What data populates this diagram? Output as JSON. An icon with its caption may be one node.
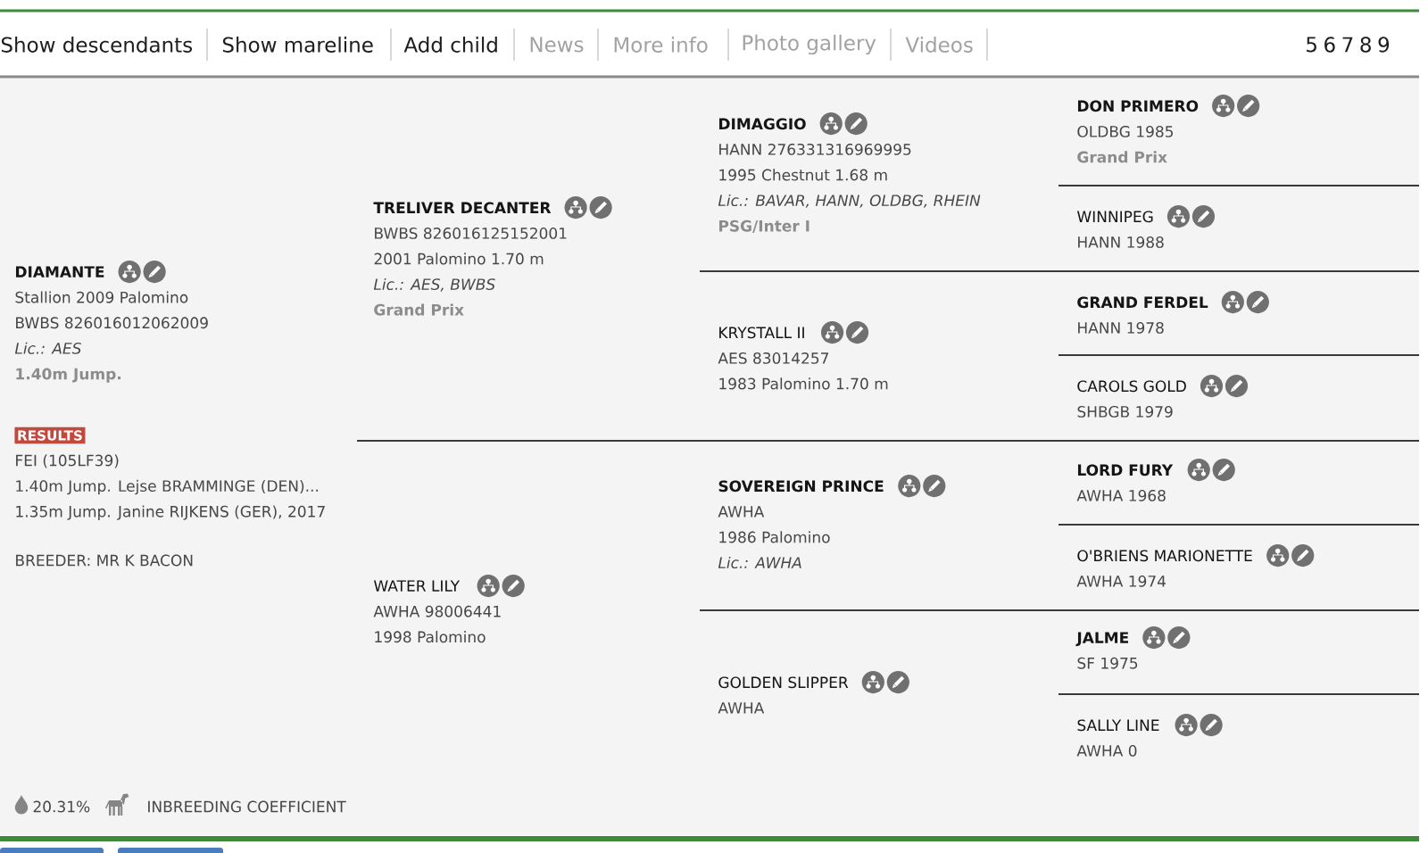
{
  "diagram": {
    "nodes": [
      {
        "text": [
          "DIAMANTE",
          "Stallion 2009 Palomino",
          "BWBS 826016012062009",
          "Lic.: AES",
          "1.40m Jump."
        ]
      },
      {
        "text": [
          "TRELIVER DECANTER",
          "BWBS 826016125152001",
          "2001 Palomino 1.70 m",
          "Lic.: AES, BWBS",
          "Grand Prix"
        ]
      },
      {
        "text": [
          "WATER LILY",
          "AWHA 98006441",
          "1998 Palomino"
        ]
      },
      {
        "text": [
          "DIMAGGIO",
          "HANN 276331316969995",
          "1995 Chestnut 1.68 m",
          "Lic.: BAVAR, HANN, OLDBG, RHEIN",
          "PSG/Inter I"
        ]
      },
      {
        "text": [
          "KRYSTALL II",
          "AES 83014257",
          "1983 Palomino 1.70 m"
        ]
      },
      {
        "text": [
          "SOVEREIGN PRINCE",
          "AWHA",
          "1986 Palomino",
          "Lic.: AWHA"
        ]
      },
      {
        "text": [
          "GOLDEN SLIPPER",
          "AWHA"
        ]
      },
      {
        "text": [
          "DON PRIMERO",
          "OLDBG 1985",
          "Grand Prix"
        ]
      },
      {
        "text": [
          "WINNIPEG",
          "HANN 1988"
        ]
      },
      {
        "text": [
          "GRAND FERDEL",
          "HANN 1978"
        ]
      },
      {
        "text": [
          "CAROLS GOLD",
          "SHBGB 1979"
        ]
      },
      {
        "text": [
          "LORD FURY",
          "AWHA 1968"
        ]
      },
      {
        "text": [
          "O'BRIENS MARIONETTE",
          "AWHA 1974"
        ]
      },
      {
        "text": [
          "JALME",
          "SF 1975"
        ]
      },
      {
        "text": [
          "SALLY LINE",
          "AWHA 0"
        ]
      }
    ],
    "labels": [
      "Show descendants",
      "Show mareline",
      "Add child",
      "News",
      "More info",
      "Photo gallery",
      "Videos",
      "5",
      "6",
      "7",
      "8",
      "9",
      "RESULTS",
      "FEI (105LF39)",
      "1.40m Jump. Lejse BRAMMINGE (DEN)...",
      "1.35m Jump. Janine RIJKENS (GER), 2017",
      "BREEDER: MR K BACON",
      "20.31%",
      "INBREEDING COEFFICIENT"
    ]
  }
}
